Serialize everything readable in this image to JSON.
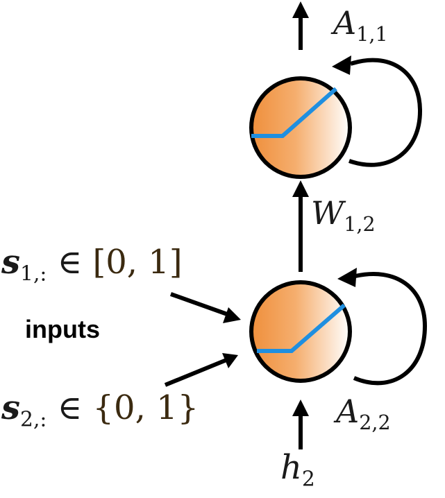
{
  "labels": {
    "a11_sym": "A",
    "a11_sub": "1,1",
    "a22_sym": "A",
    "a22_sub": "2,2",
    "w12_sym": "W",
    "w12_sub": "1,2",
    "h2_sym": "h",
    "h2_sub": "2",
    "s1_sym": "s",
    "s1_sub": "1,:",
    "s1_in": "∈",
    "s1_set": "[0, 1]",
    "s2_sym": "s",
    "s2_sub": "2,:",
    "s2_in": "∈",
    "s2_set": "{0, 1}",
    "inputs": "inputs"
  },
  "colors": {
    "neuron_fill_start": "#ef8f3c",
    "neuron_fill_end": "#ffffff",
    "activation_line": "#1f8fe0",
    "stroke": "#000000"
  },
  "nodes": [
    {
      "id": "neuron-1",
      "activation": "relu"
    },
    {
      "id": "neuron-2",
      "activation": "relu"
    }
  ]
}
